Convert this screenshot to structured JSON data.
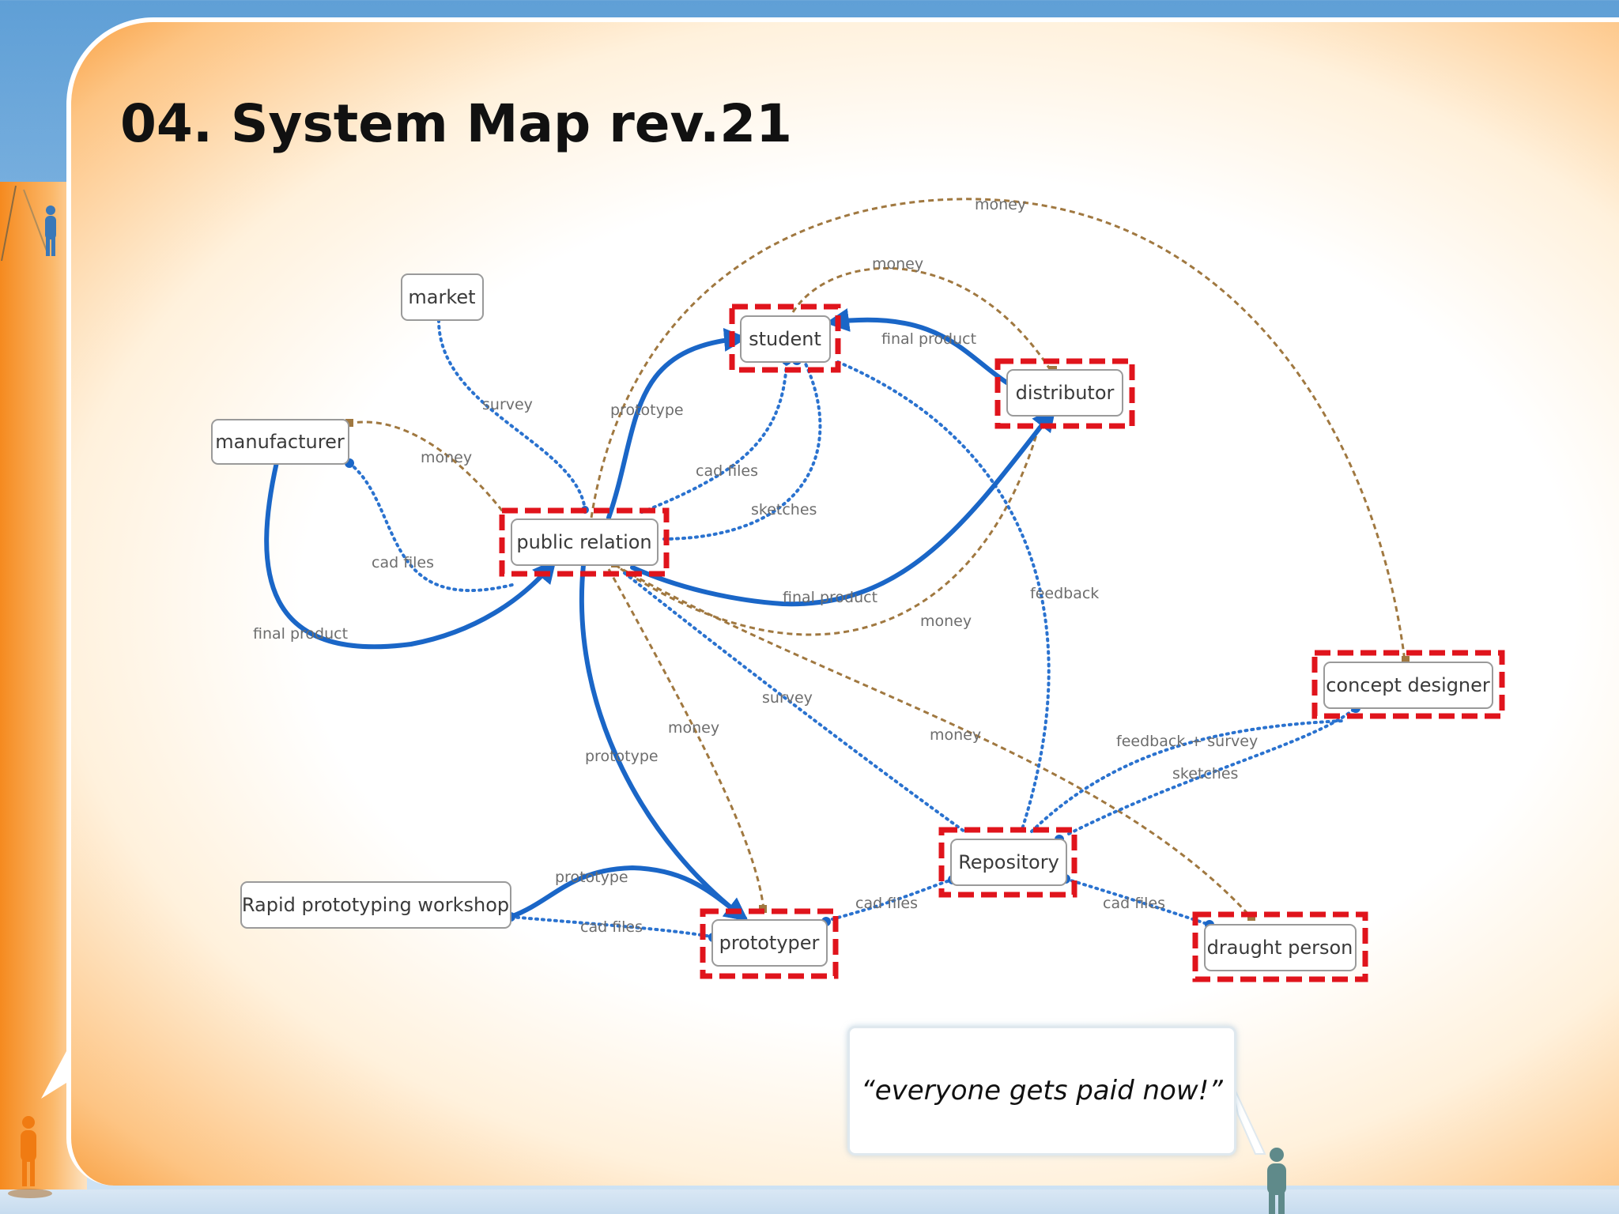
{
  "slide": {
    "title": "04. System Map rev.21",
    "quote": "“everyone gets paid now!”"
  },
  "colors": {
    "solid_edge": "#1a66c7",
    "dotted_edge": "#2a72cf",
    "money_edge": "#a07840",
    "highlight": "#e0141c",
    "background_orange": "#f9a347"
  },
  "nodes": {
    "market": "market",
    "manufacturer": "manufacturer",
    "public_relation": "public relation",
    "student": "student",
    "distributor": "distributor",
    "concept_designer": "concept designer",
    "repository": "Repository",
    "prototyper": "prototyper",
    "rapid_workshop": "Rapid prototyping workshop",
    "draught_person": "draught person"
  },
  "edge_labels": {
    "money_top": "money",
    "money_student_distributor": "money",
    "final_product_student": "final product",
    "prototype_pr_student": "prototype",
    "survey_market": "survey",
    "money_manufacturer": "money",
    "cad_files_pr_student": "cad files",
    "sketches_pr_student": "sketches",
    "cad_files_manufacturer": "cad files",
    "final_product_manufacturer": "final product",
    "final_product_distributor": "final product",
    "money_distributor": "money",
    "feedback_student": "feedback",
    "survey_pr_repository": "survey",
    "money_pr_draught": "money",
    "money_pr_prototyper": "money",
    "prototype_pr_prototyper": "prototype",
    "feedback_survey": "feedback + survey",
    "sketches_concept": "sketches",
    "prototype_workshop": "prototype",
    "cad_files_workshop": "cad files",
    "cad_files_prototyper": "cad files",
    "cad_files_draught": "cad files"
  },
  "icons": [
    "person-icon-blue",
    "person-icon-orange",
    "person-icon-teal",
    "speech-bubble"
  ]
}
